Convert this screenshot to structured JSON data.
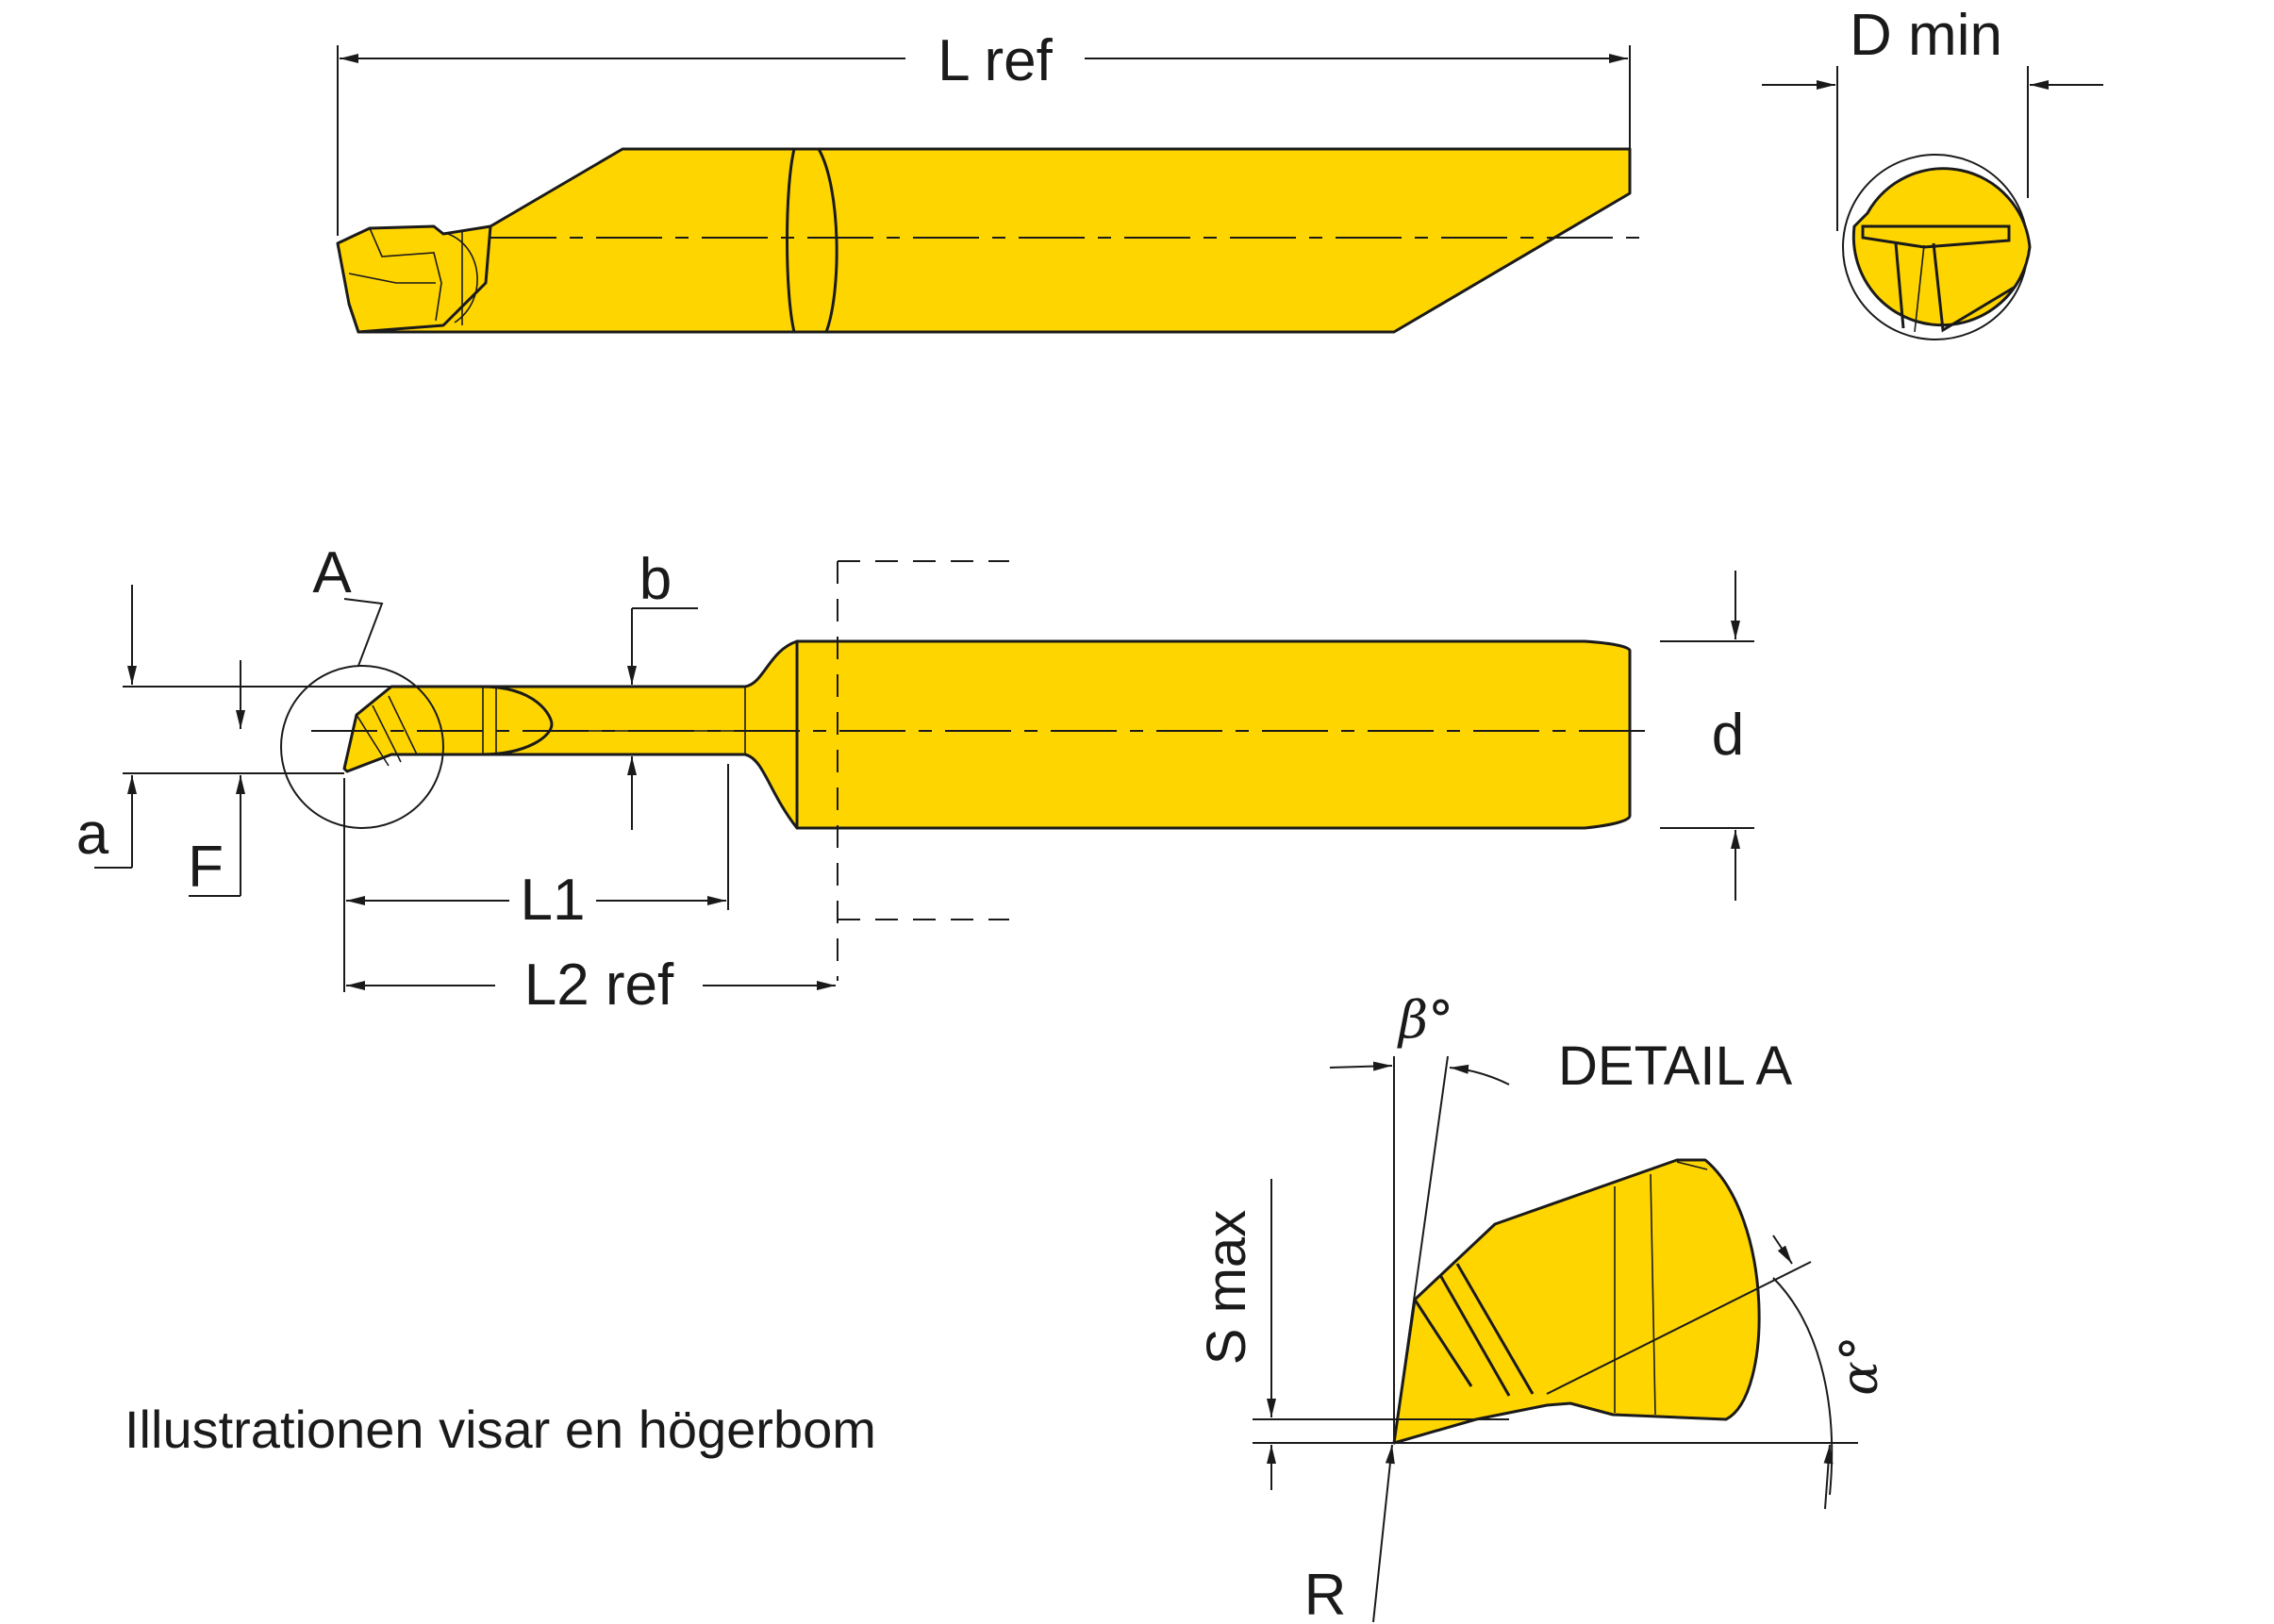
{
  "labels": {
    "l_ref": "L ref",
    "d_min": "D min",
    "a_label": "A",
    "b": "b",
    "d": "d",
    "a": "a",
    "f": "F",
    "l1": "L1",
    "l2_ref": "L2 ref",
    "beta": "β°",
    "alpha": "α°",
    "detail_a": "DETAIL A",
    "s_max": "S max",
    "r": "R"
  },
  "note": "Illustrationen visar en högerbom",
  "colors": {
    "tool_fill": "#FFD500",
    "outline": "#1a1a1a",
    "background": "#ffffff"
  }
}
